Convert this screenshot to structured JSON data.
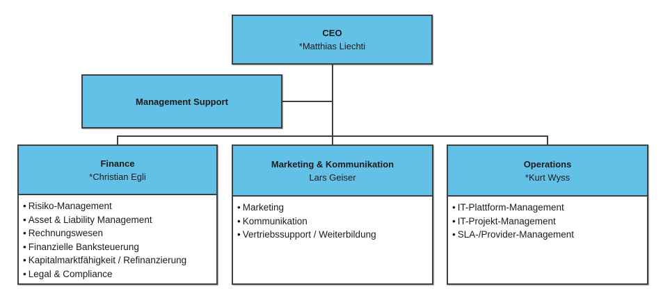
{
  "diagram": {
    "bullet": "•",
    "colors": {
      "box_fill": "#63C1E8",
      "box_border": "#3f3f3f",
      "line": "#3f3f3f",
      "background": "#ffffff"
    },
    "ceo": {
      "title": "CEO",
      "person": "*Matthias Liechti"
    },
    "management_support": {
      "title": "Management Support"
    },
    "departments": [
      {
        "title": "Finance",
        "person": "*Christian Egli",
        "items": [
          "Risiko-Management",
          "Asset & Liability Management",
          "Rechnungswesen",
          "Finanzielle Banksteuerung",
          "Kapitalmarktfähigkeit / Refinanzierung",
          "Legal & Compliance"
        ]
      },
      {
        "title": "Marketing & Kommunikation",
        "person": "Lars Geiser",
        "items": [
          "Marketing",
          "Kommunikation",
          "Vertriebssupport / Weiterbildung"
        ]
      },
      {
        "title": "Operations",
        "person": "*Kurt Wyss",
        "items": [
          "IT-Plattform-Management",
          "IT-Projekt-Management",
          "SLA-/Provider-Management"
        ]
      }
    ]
  }
}
